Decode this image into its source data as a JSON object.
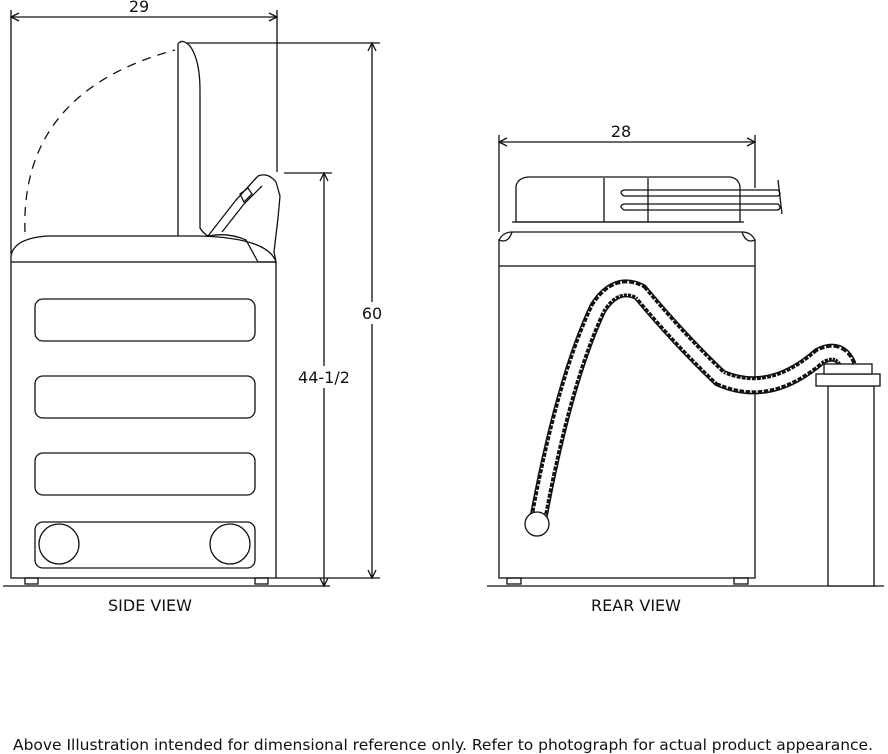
{
  "side_view": {
    "caption": "SIDE VIEW",
    "depth_label": "29",
    "overall_height_label": "60",
    "cabinet_height_label": "44-1/2"
  },
  "rear_view": {
    "caption": "REAR VIEW",
    "width_label": "28"
  },
  "footnote": "Above Illustration intended for dimensional reference only. Refer to photograph for actual product appearance.",
  "colors": {
    "line": "#111111",
    "background": "#ffffff"
  }
}
